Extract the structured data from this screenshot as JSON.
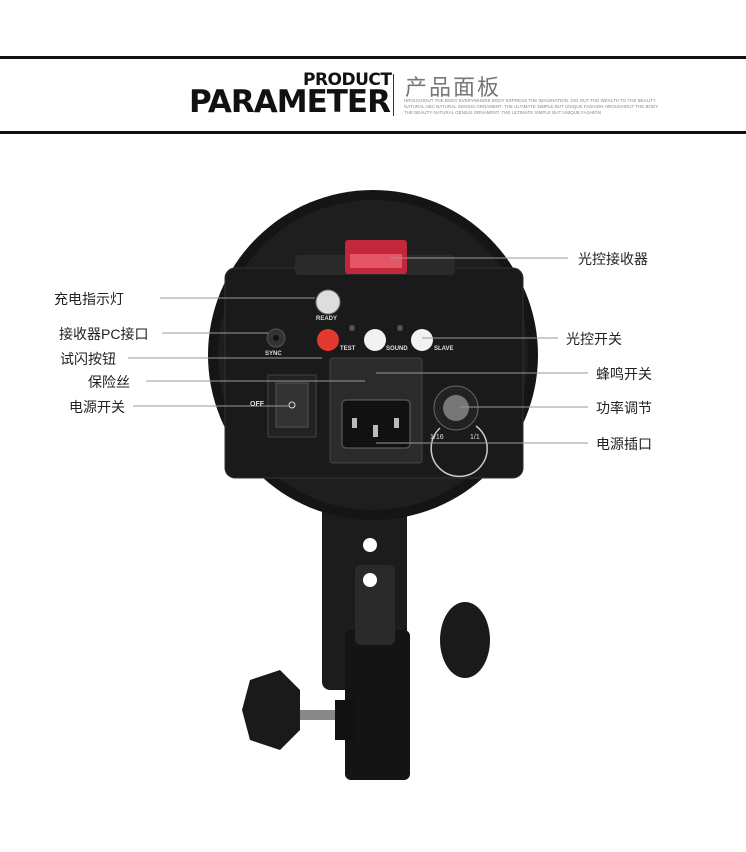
{
  "header": {
    "title_small": "PRODUCT",
    "title_big": "PARAMETER",
    "title_cn": "产品面板",
    "fine_print": "HROUGHOUT THE BODY EVERYWHERE BODY EXPRESS THE IMAGINATION. DIG OUT THE WEALTH TO THE BEAUTY NATURAL ABC NATURAL GENIUS ORNAMENT. THE ULTIMATE SIMPLE BUT UNIQUE FASHION HROUGHOUT THE BODY THE BEAUTY NATURAL GENIUS ORNAMENT. THE ULTIMATE SIMPLE BUT UNIQUE FASHION"
  },
  "labels_left": [
    "充电指示灯",
    "接收器PC接口",
    "试闪按钮",
    "保险丝",
    "电源开关"
  ],
  "labels_right": [
    "光控接收器",
    "光控开关",
    "蜂鸣开关",
    "功率调节",
    "电源插口"
  ],
  "panel": {
    "ready": "READY",
    "sync": "SYNC",
    "test": "TEST",
    "sound": "SOUND",
    "slave": "SLAVE",
    "off": "OFF",
    "min": "1/16",
    "max": "1/1"
  }
}
